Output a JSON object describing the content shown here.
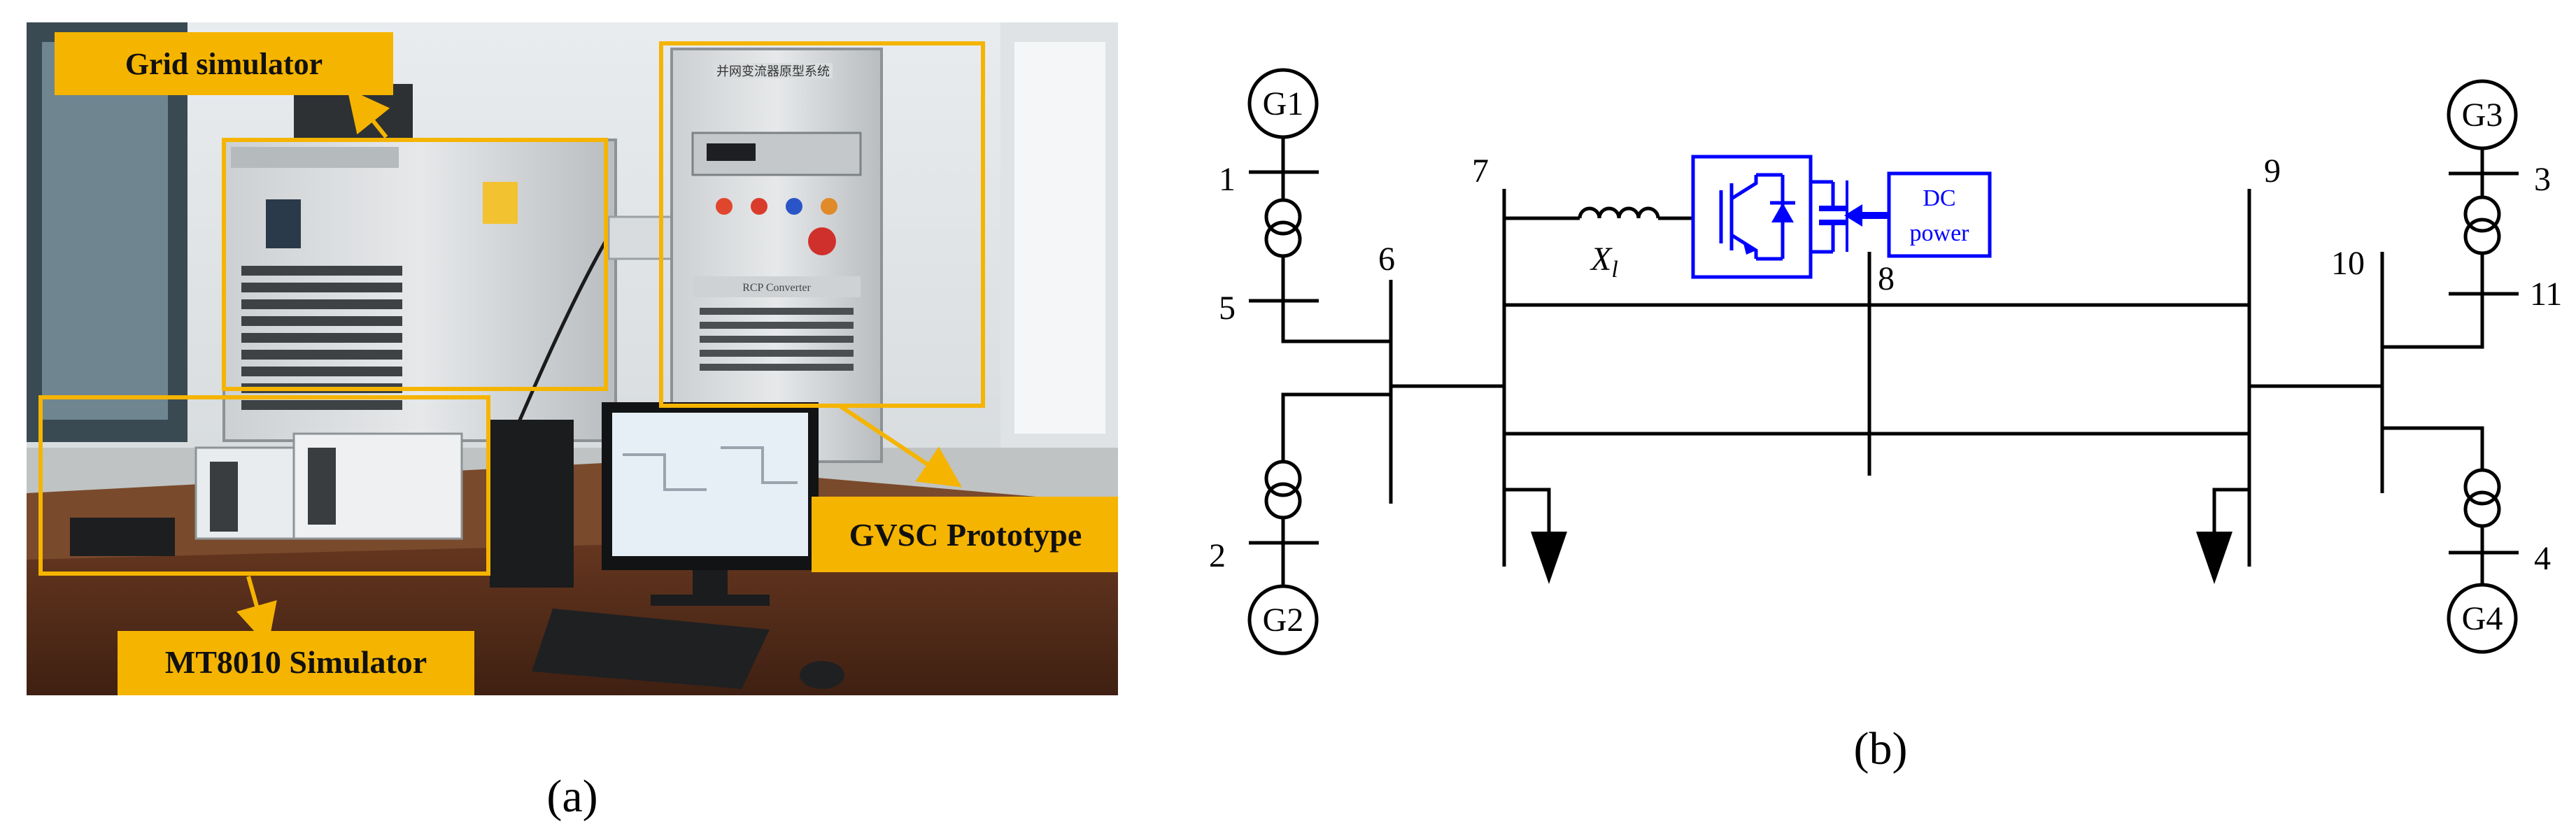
{
  "panel_a": {
    "caption": "(a)",
    "labels": {
      "grid_simulator": "Grid simulator",
      "gvsc_prototype": "GVSC Prototype",
      "mt8010_simulator": "MT8010 Simulator"
    },
    "cabinet_text": {
      "top_title": "并网变流器原型系统",
      "rcp": "RCP Converter"
    },
    "colors": {
      "label_fill": "#f5b400",
      "frame": "#f5b400"
    }
  },
  "panel_b": {
    "caption": "(b)",
    "generators": [
      "G1",
      "G2",
      "G3",
      "G4"
    ],
    "buses": [
      "1",
      "2",
      "3",
      "4",
      "5",
      "6",
      "7",
      "8",
      "9",
      "10",
      "11"
    ],
    "reactance_symbol": "X",
    "reactance_subscript": "l",
    "dc_source_line1": "DC",
    "dc_source_line2": "power",
    "colors": {
      "converter": "#0000ff",
      "lines": "#000000"
    }
  }
}
